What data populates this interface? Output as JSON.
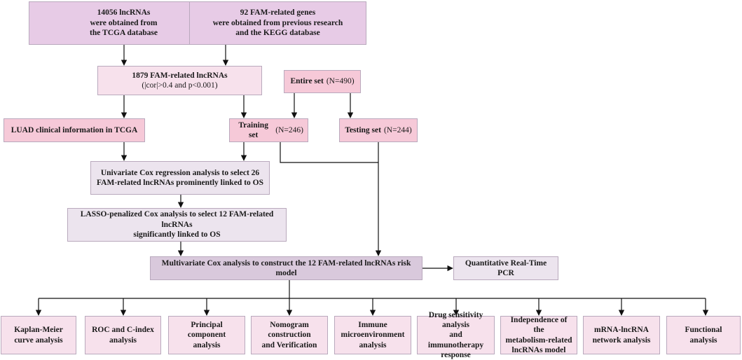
{
  "nodes": {
    "lncrnas_tcga": {
      "lines": [
        "14056 lncRNAs",
        "were obtained from",
        "the TCGA database"
      ]
    },
    "fam_genes": {
      "lines": [
        "92 FAM-related genes",
        "were obtained from previous research",
        "and the KEGG database"
      ]
    },
    "fam_lncrnas": {
      "lines": [
        "1879 FAM-related lncRNAs"
      ],
      "sub": "(|cor|>0.4 and p<0.001)"
    },
    "entire_set": {
      "label": "Entire set",
      "sub": "(N=490)"
    },
    "luad_clinical": {
      "lines": [
        "LUAD clinical information in TCGA"
      ]
    },
    "training_set": {
      "label": "Training set",
      "sub": "(N=246)"
    },
    "testing_set": {
      "label": "Testing set",
      "sub": "(N=244)"
    },
    "univariate": {
      "lines": [
        "Univariate Cox regression analysis to select 26",
        "FAM-related lncRNAs prominently linked to OS"
      ]
    },
    "lasso": {
      "lines": [
        "LASSO-penalized Cox analysis to select 12 FAM-related lncRNAs",
        "significantly linked to OS"
      ]
    },
    "multivariate": {
      "lines": [
        "Multivariate Cox analysis to construct the 12 FAM-related lncRNAs risk model"
      ]
    },
    "qpcr": {
      "lines": [
        "Quantitative Real-Time PCR"
      ]
    },
    "km": {
      "lines": [
        "Kaplan-Meier",
        "curve analysis"
      ]
    },
    "roc": {
      "lines": [
        "ROC and C-index",
        "analysis"
      ]
    },
    "pca": {
      "lines": [
        "Principal component",
        "analysis"
      ]
    },
    "nomogram": {
      "lines": [
        "Nomogram construction",
        "and Verification"
      ]
    },
    "immune": {
      "lines": [
        "Immune",
        "microenvironment",
        "analysis"
      ]
    },
    "drug": {
      "lines": [
        "Drug sensitivity analysis",
        "and immunotherapy",
        "response"
      ]
    },
    "independence": {
      "lines": [
        "Independence of the",
        "metabolism-related",
        "lncRNAs model"
      ]
    },
    "mrna": {
      "lines": [
        "mRNA-lncRNA",
        "network analysis"
      ]
    },
    "functional": {
      "lines": [
        "Functional",
        "analysis"
      ]
    }
  }
}
